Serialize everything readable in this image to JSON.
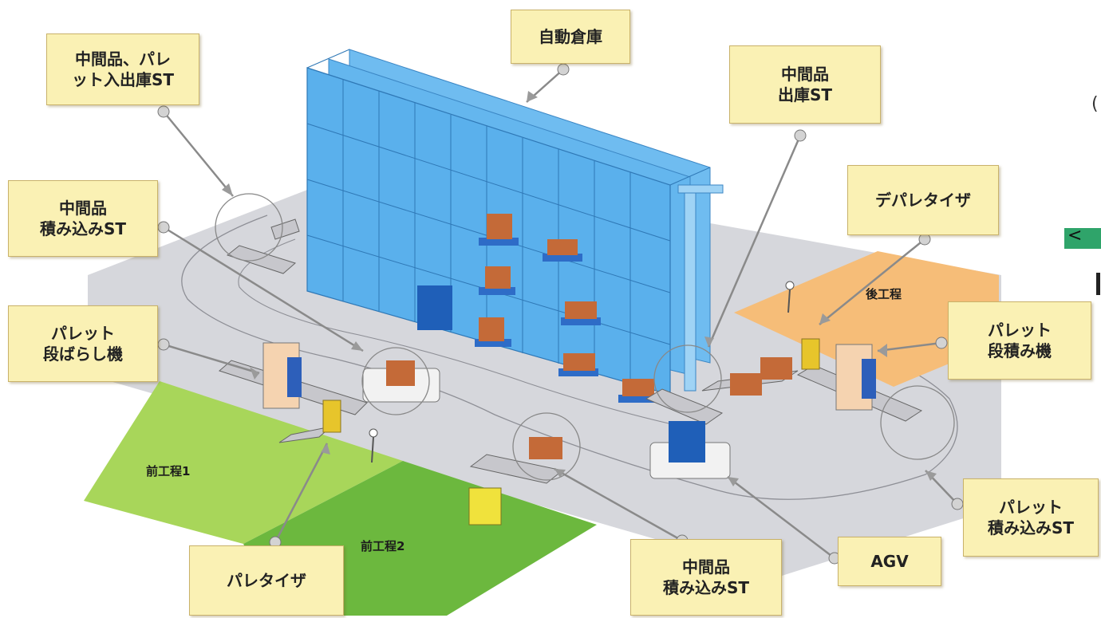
{
  "callouts": {
    "warehouse": {
      "line1": "自動倉庫"
    },
    "wip_pallet_io": {
      "line1": "中間品、パレ",
      "line2": "ット入出庫ST"
    },
    "wip_outbound": {
      "line1": "中間品",
      "line2": "出庫ST"
    },
    "depalletizer": {
      "line1": "デパレタイザ"
    },
    "wip_loading_upper": {
      "line1": "中間品",
      "line2": "積み込みST"
    },
    "pallet_unstacker": {
      "line1": "パレット",
      "line2": "段ばらし機"
    },
    "pallet_stacker": {
      "line1": "パレット",
      "line2": "段積み機"
    },
    "pallet_loading": {
      "line1": "パレット",
      "line2": "積み込みST"
    },
    "agv": {
      "line1": "AGV"
    },
    "wip_loading_lower": {
      "line1": "中間品",
      "line2": "積み込みST"
    },
    "palletizer": {
      "line1": "パレタイザ"
    }
  },
  "zones": {
    "pre_process_1": "前工程1",
    "pre_process_2": "前工程2",
    "post_process": "後工程"
  },
  "colors": {
    "callout_fill": "#faf1b4",
    "rack_blue": "#5ab0ec",
    "floor_gray": "#d6d7dc",
    "zone1_green": "#a8d65a",
    "zone2_green": "#6cb83e",
    "post_orange": "#f6bd78"
  }
}
